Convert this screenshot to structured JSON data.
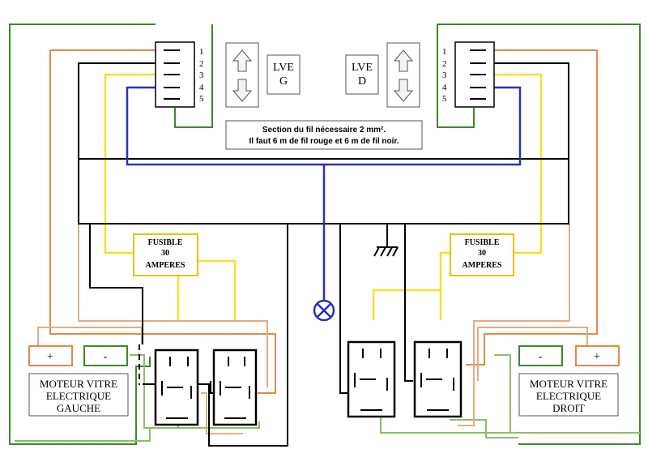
{
  "pin_numbers": [
    "1",
    "2",
    "3",
    "4",
    "5"
  ],
  "switch_left": {
    "line1": "LVE",
    "line2": "G"
  },
  "switch_right": {
    "line1": "LVE",
    "line2": "D"
  },
  "note": {
    "line1": "Section du fil nécessaire 2 mm².",
    "line2": "Il faut 6 m de fil rouge et 6 m de fil noir."
  },
  "fuse_left": {
    "line1": "FUSIBLE",
    "line2": "30",
    "line3": "AMPERES"
  },
  "fuse_right": {
    "line1": "FUSIBLE",
    "line2": "30",
    "line3": "AMPERES"
  },
  "terminals": {
    "plus": "+",
    "minus": "-"
  },
  "motor_left": {
    "line1": "MOTEUR VITRE",
    "line2": "ELECTRIQUE",
    "line3": "GAUCHE"
  },
  "motor_right": {
    "line1": "MOTEUR VITRE",
    "line2": "ELECTRIQUE",
    "line3": "DROIT"
  },
  "colors": {
    "green": "#3a8a2a",
    "light_green": "#8fbb66",
    "orange": "#e08a4a",
    "tan": "#e3ad83",
    "yellow": "#f5e030",
    "blue": "#2a30b8",
    "black": "#000000",
    "fuse_border": "#e8c000"
  }
}
